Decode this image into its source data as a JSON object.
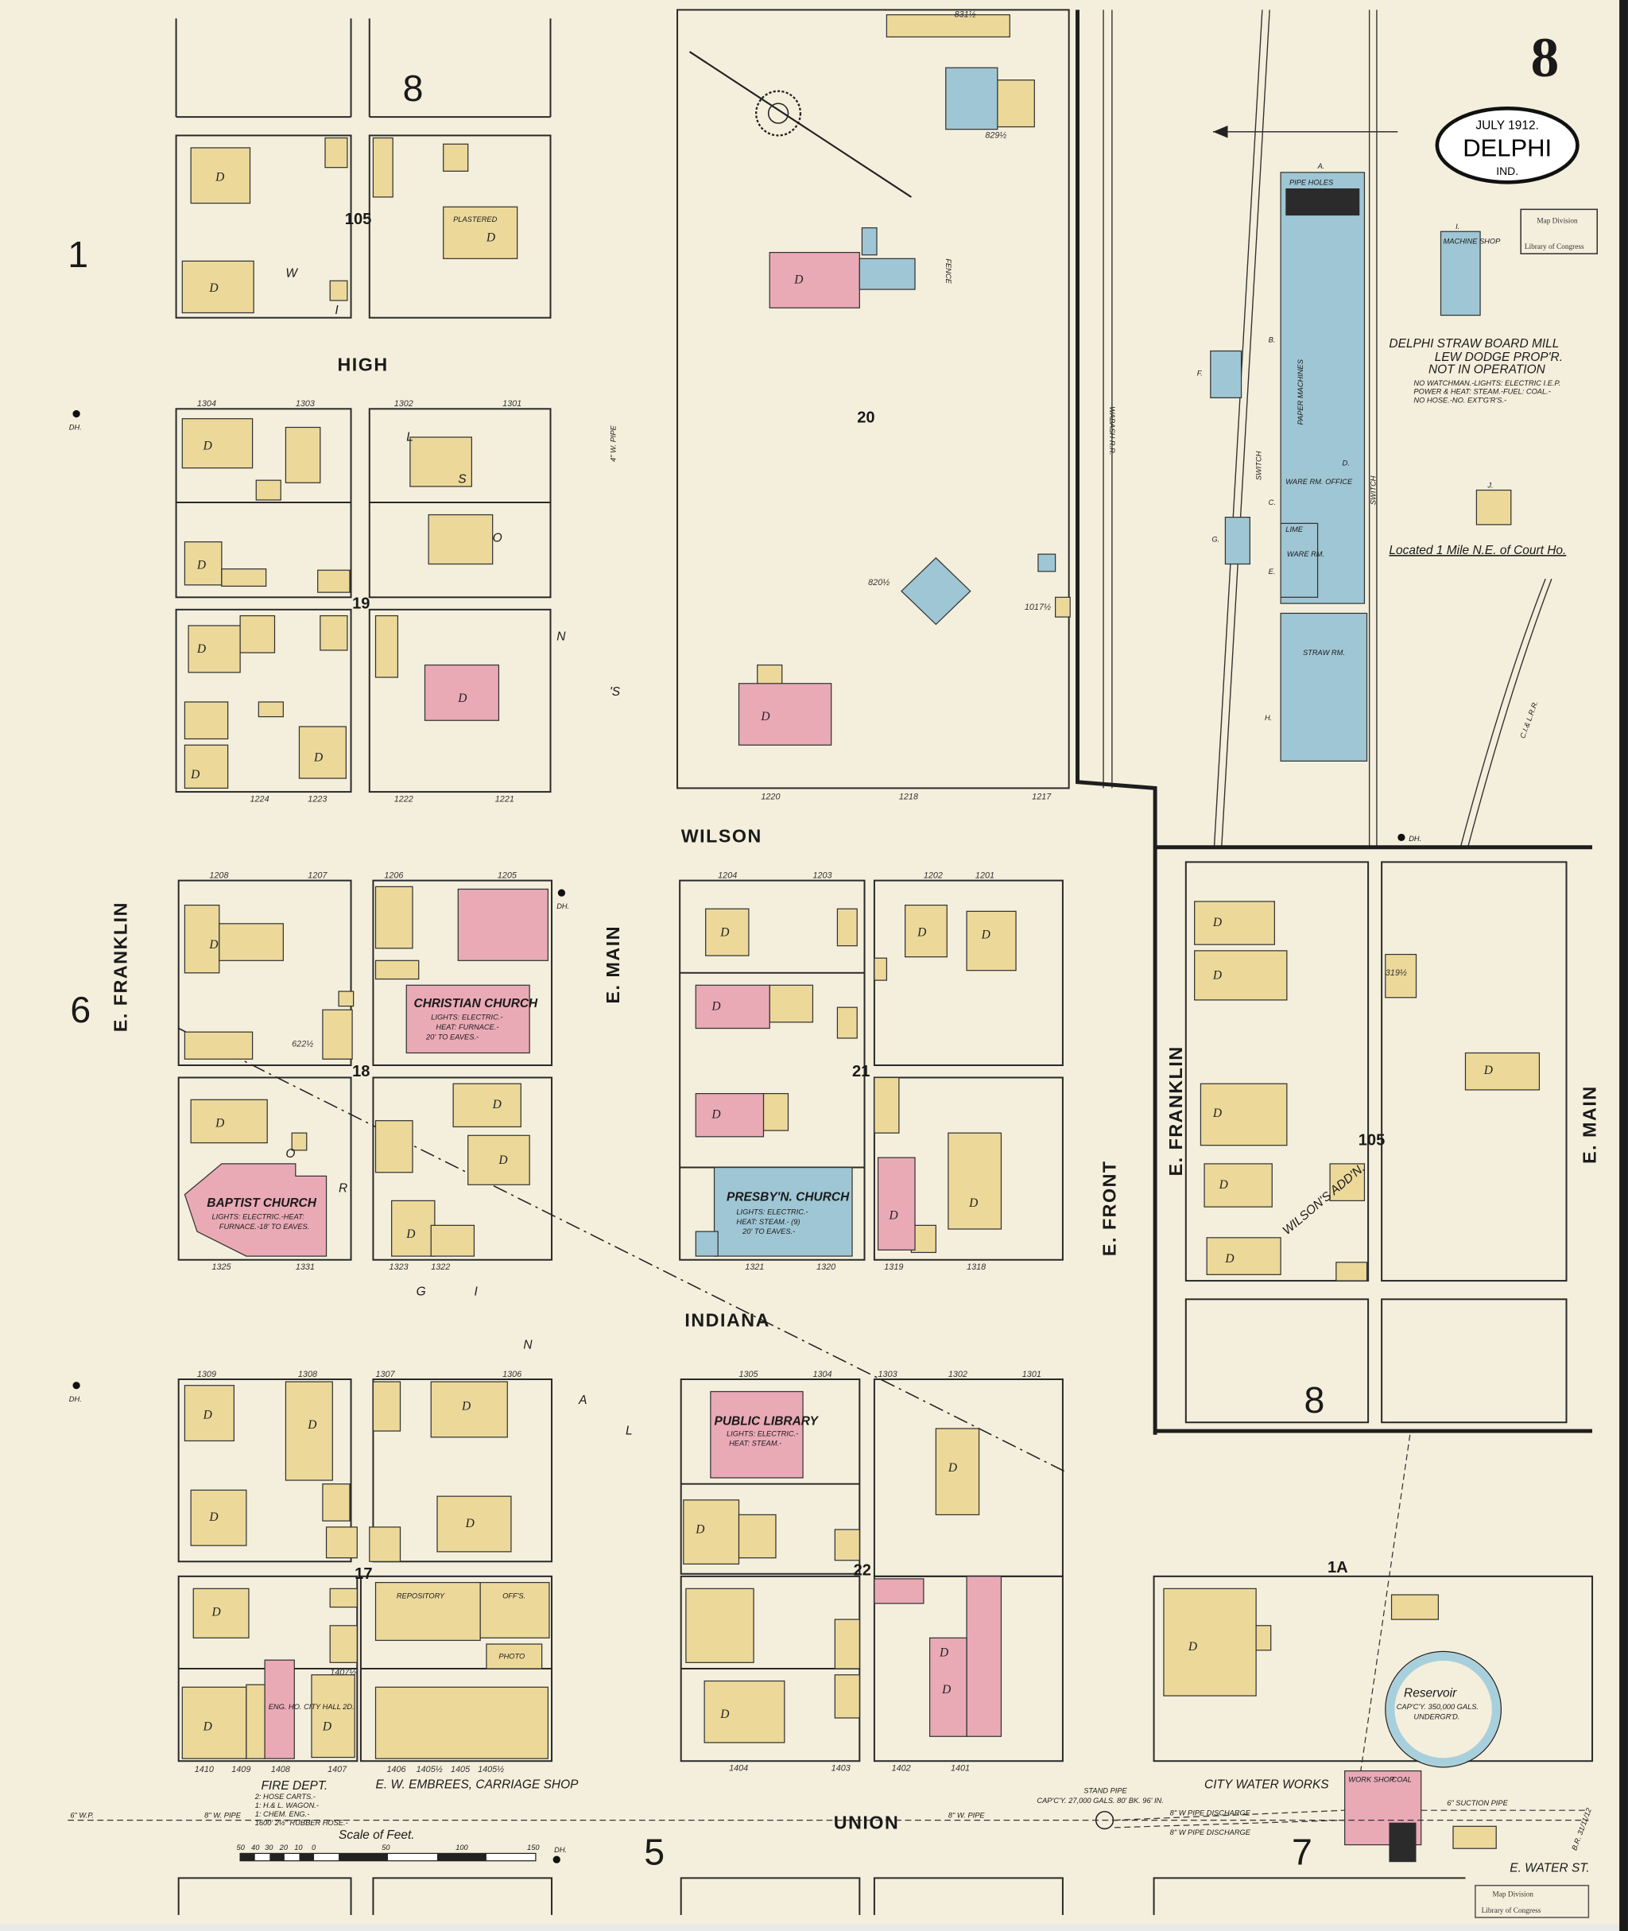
{
  "header": {
    "sheet_number": "8",
    "date": "JULY 1912.",
    "city": "DELPHI",
    "state": "IND.",
    "stamp_line1": "Map Division",
    "stamp_line2": "Library of Congress"
  },
  "colors": {
    "paper": "#f4efdc",
    "frame_dwelling": "#ecd99a",
    "brick": "#e9aab6",
    "stone_fireproof": "#9fc6d4"
  },
  "streets": {
    "high": "HIGH",
    "wilson": "WILSON",
    "indiana": "INDIANA",
    "union": "UNION",
    "e_main": "E. MAIN",
    "e_franklin": "E. FRANKLIN",
    "e_front": "E. FRONT",
    "e_franklin_addn": "E. FRANKLIN",
    "e_main_addn": "E. MAIN",
    "e_water": "E. WATER ST.",
    "wabash_rr": "WABASH R.R.",
    "cl_rr": "C.I.& L.R.R.",
    "switch": "SWITCH",
    "fence": "FENCE"
  },
  "addition_name": [
    "W",
    "I",
    "L",
    "S",
    "O",
    "N",
    "'S"
  ],
  "addition_name_lower": [
    "O",
    "R",
    "I",
    "G",
    "I",
    "N",
    "A",
    "L"
  ],
  "addn_text": "WILSON'S ADD'N.",
  "adjoining_sheets": [
    "8",
    "1",
    "6",
    "5",
    "7",
    "8"
  ],
  "blocks": [
    "105",
    "19",
    "20",
    "18",
    "21",
    "17",
    "22",
    "105",
    "1A"
  ],
  "buildings": {
    "christian_church": "CHRISTIAN CHURCH",
    "christian_church_notes": [
      "LIGHTS: ELECTRIC.-",
      "HEAT: FURNACE.-",
      "20' TO EAVES.-"
    ],
    "baptist_church": "BAPTIST CHURCH",
    "baptist_church_notes": [
      "LIGHTS: ELECTRIC.-HEAT:",
      "FURNACE.-18' TO EAVES."
    ],
    "presby_church": "PRESBY'N. CHURCH",
    "presby_church_notes": [
      "LIGHTS: ELECTRIC.-",
      "HEAT: STEAM.- (9)",
      "20' TO EAVES.-"
    ],
    "public_library": "PUBLIC LIBRARY",
    "public_library_notes": [
      "LIGHTS: ELECTRIC.-",
      "HEAT: STEAM.-"
    ],
    "eng_ho": "ENG. HO. CITY HALL 2D.",
    "fire_dept": "FIRE DEPT.",
    "fire_dept_notes": [
      "2: HOSE CARTS.-",
      "1: H.& L. WAGON.-",
      "1: CHEM. ENG.-",
      "1600' 2½\" RUBBER HOSE.-"
    ],
    "carriage_shop": "E. W. EMBREES, CARRIAGE SHOP",
    "repository": "REPOSITORY",
    "offices": "OFF'S.",
    "photo": "PHOTO",
    "plastered": "PLASTERED",
    "dwelling": "D",
    "straw_room": "STRAW RM.",
    "ware_room_office": "WARE RM. OFFICE",
    "ware_room": "WARE RM.",
    "lime": "LIME",
    "paper_machines": "PAPER MACHINES",
    "machine_shop": "MACHINE SHOP",
    "pipe holes": "PIPE HOLES",
    "city_water_works": "CITY WATER WORKS",
    "reservoir": "Reservoir",
    "reservoir_notes": [
      "CAP'C'Y. 350,000 GALS.",
      "UNDERGR'D."
    ],
    "stand_pipe": "STAND PIPE",
    "stand_pipe_notes": "CAP'C'Y. 27,000 GALS. 80' BK. 96' IN.",
    "work_shop": "WORK SHOP",
    "coal": "COAL"
  },
  "mill": {
    "name": "DELPHI STRAW BOARD MILL",
    "owner": "LEW DODGE PROP'R.",
    "status": "NOT IN OPERATION",
    "notes": [
      "NO WATCHMAN.-LIGHTS: ELECTRIC I.E.P.",
      "POWER & HEAT: STEAM.-FUEL: COAL.-",
      "NO HOSE.-NO. EXT'G'R'S.-"
    ],
    "location": "Located 1 Mile N.E. of Court Ho.",
    "letters": [
      "A.",
      "B.",
      "C.",
      "D.",
      "E.",
      "F.",
      "G.",
      "H.",
      "I.",
      "J."
    ]
  },
  "pipes": {
    "p1": "8\" W. PIPE",
    "p2": "6\" W.P.",
    "p3": "4\" W. PIPE",
    "p4": "8\" W PIPE DISCHARGE",
    "p5": "8\" W PIPE DISCHARGE",
    "p6": "6\" SUCTION PIPE",
    "p7": "8\" W. PIPE"
  },
  "hydrant_labels": [
    "DH.",
    "DH.",
    "DH.",
    "DH.",
    "DH."
  ],
  "addresses": [
    "1304",
    "1303",
    "1302",
    "1301",
    "1224",
    "1223",
    "1222",
    "1221",
    "1220",
    "1218",
    "1217",
    "1208",
    "1207",
    "1206",
    "1205",
    "1204",
    "1203",
    "1202",
    "1201",
    "1325",
    "1331",
    "1323",
    "1322",
    "1321",
    "1320",
    "1319",
    "1318",
    "1309",
    "1308",
    "1307",
    "1306",
    "1305",
    "1304",
    "1303",
    "1302",
    "1301",
    "1410",
    "1409",
    "1408",
    "1407",
    "1406",
    "1405½",
    "1405",
    "1405½",
    "1404",
    "1403",
    "1402",
    "1401",
    "829½",
    "831½",
    "820½",
    "1017½",
    "622½",
    "1407½",
    "319½"
  ],
  "scale": {
    "title": "Scale of Feet.",
    "ticks": [
      "50",
      "40",
      "30",
      "20",
      "10",
      "0",
      "50",
      "100",
      "150"
    ]
  },
  "signature": "B.R. 31/11/12"
}
